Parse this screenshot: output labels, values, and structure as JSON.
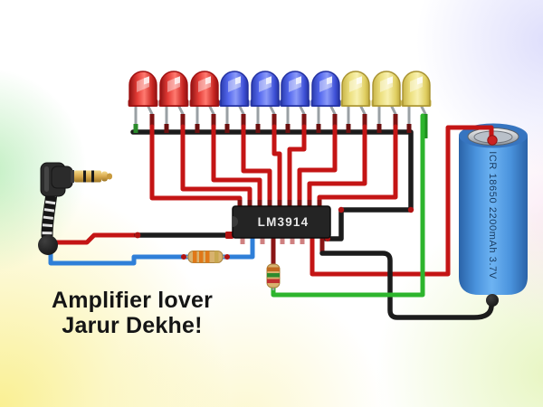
{
  "caption": {
    "line1": "Amplifier lover",
    "line2": "Jarur Dekhe!"
  },
  "chip": {
    "label": "LM3914",
    "body_color": "#242424",
    "label_color": "#e9e9e9",
    "pin_color": "#7d1212"
  },
  "battery": {
    "label": "ICR 18650 2200mAh 3.7V",
    "body_color": "#4a93dd",
    "cap_color": "#c9ced6",
    "terminal_dot_color": "#cc2222"
  },
  "audio_jack": {
    "plug_color": "#d9aa4e",
    "body_color": "#2b2b2b",
    "cable_pattern": "black-white braid"
  },
  "leds": {
    "count": 10,
    "items": [
      {
        "color": "red"
      },
      {
        "color": "red"
      },
      {
        "color": "red"
      },
      {
        "color": "blue"
      },
      {
        "color": "blue"
      },
      {
        "color": "blue"
      },
      {
        "color": "blue"
      },
      {
        "color": "yellow"
      },
      {
        "color": "yellow"
      },
      {
        "color": "yellow"
      }
    ]
  },
  "led_palette": {
    "red": {
      "main": "#e33b35",
      "light": "#ff7a70",
      "dark": "#8e1414",
      "stroke": "#a01010"
    },
    "blue": {
      "main": "#5468ee",
      "light": "#8b9af8",
      "dark": "#2c3fb0",
      "stroke": "#2230a0"
    },
    "yellow": {
      "main": "#ecdf7d",
      "light": "#f8f1b0",
      "dark": "#c9b54a",
      "stroke": "#a89230"
    }
  },
  "wire_colors": {
    "positive": "#c41515",
    "ground_bus": "#1c1c1c",
    "audio_signal": "#2f7fd8",
    "green_link": "#2db52d"
  },
  "resistors": {
    "horizontal": {
      "body": "#d8b26e",
      "bands": [
        "orange",
        "orange",
        "orange",
        "gold"
      ]
    },
    "vertical": {
      "body": "#d8b26e",
      "bands": [
        "orange",
        "green",
        "red",
        "gold"
      ]
    }
  }
}
